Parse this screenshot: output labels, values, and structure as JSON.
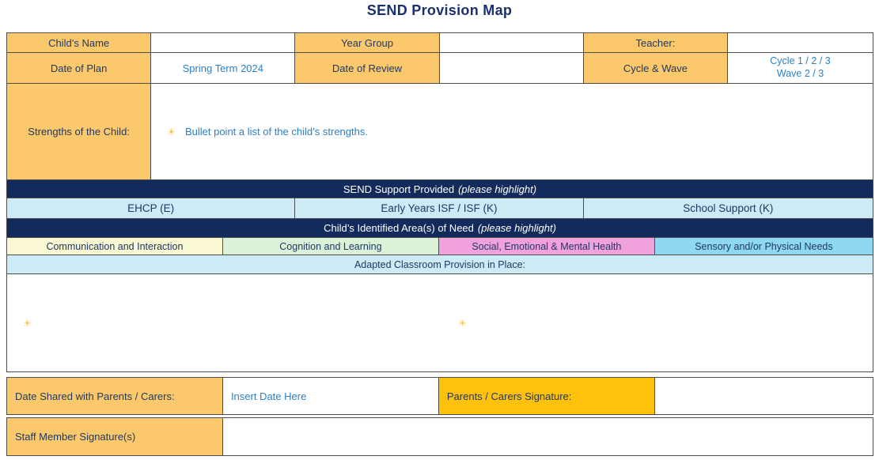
{
  "title": "SEND Provision Map",
  "fields": {
    "childs_name_label": "Child’s Name",
    "childs_name_value": "",
    "year_group_label": "Year Group",
    "year_group_value": "",
    "teacher_label": "Teacher:",
    "teacher_value": "",
    "date_of_plan_label": "Date of Plan",
    "date_of_plan_value": "Spring Term 2024",
    "date_of_review_label": "Date of Review",
    "date_of_review_value": "",
    "cycle_wave_label": "Cycle & Wave",
    "cycle_wave_value_line1": "Cycle 1 / 2 / 3",
    "cycle_wave_value_line2": "Wave 2 / 3"
  },
  "strengths": {
    "label": "Strengths of the Child:",
    "placeholder": "Bullet point a list of the child’s strengths."
  },
  "send_support": {
    "header": "SEND Support Provided",
    "header_note": "(please highlight)",
    "options": [
      "EHCP (E)",
      "Early Years ISF / ISF (K)",
      "School Support (K)"
    ]
  },
  "areas_of_need": {
    "header": "Child’s Identified Area(s) of Need",
    "header_note": "(please highlight)",
    "options": [
      {
        "label": "Communication and Interaction",
        "color": "#FAF8D2"
      },
      {
        "label": "Cognition and Learning",
        "color": "#DCF2D8"
      },
      {
        "label": "Social, Emotional & Mental Health",
        "color": "#F1A2DD"
      },
      {
        "label": "Sensory and/or Physical Needs",
        "color": "#8FD8F2"
      }
    ]
  },
  "provision": {
    "header": "Adapted Classroom Provision in Place:"
  },
  "footer": {
    "date_shared_label": "Date Shared with Parents / Carers:",
    "date_shared_value": "Insert Date Here",
    "parents_signature_label": "Parents / Carers Signature:",
    "parents_signature_value": "",
    "staff_signature_label": "Staff Member Signature(s)",
    "staff_signature_value": ""
  },
  "icons": {
    "sun_bullet": "☀"
  },
  "colors": {
    "navy_band": "#122B5C",
    "navy_text": "#1F3864",
    "orange_light": "#FBC96C",
    "orange_bright": "#FFC10A",
    "light_blue": "#CDEAF7",
    "blue_text": "#2B80C6",
    "sun_yellow": "#F6C33C",
    "pale_yellow": "#FAF8D2",
    "pale_green": "#DCF2D8",
    "pink": "#F1A2DD",
    "sky_blue": "#8FD8F2"
  }
}
